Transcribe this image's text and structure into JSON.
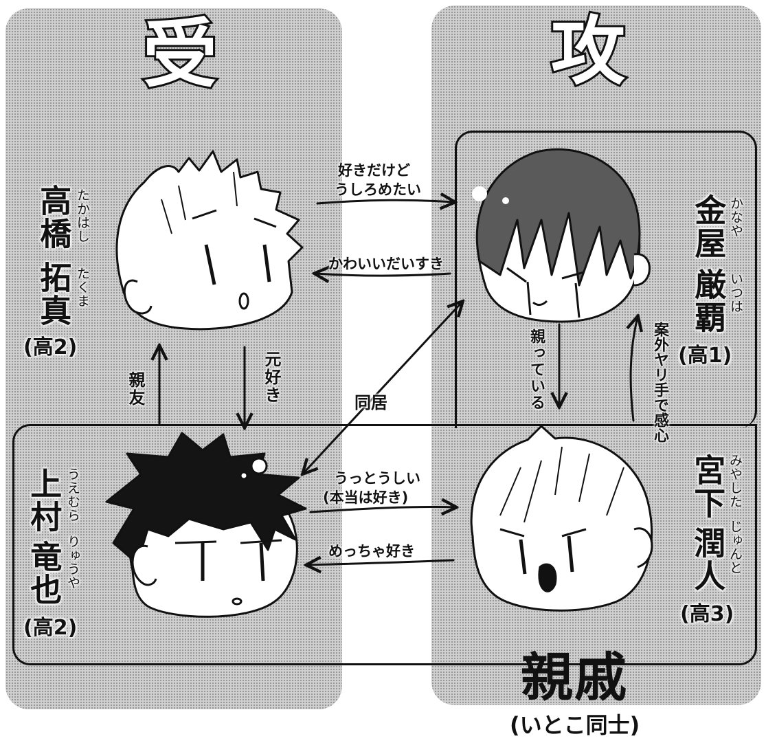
{
  "headings": {
    "uke": "受",
    "seme": "攻",
    "relatives": "親戚",
    "relatives_note": "(いとこ同士)"
  },
  "characters": {
    "takahashi": {
      "name": "高橋拓真",
      "name_top": "高橋",
      "name_bottom": "拓真",
      "ruby_top": "たかはし",
      "ruby_bottom": "たくま",
      "grade": "(高2)"
    },
    "kanaya": {
      "name": "金屋厳覇",
      "name_top": "金屋",
      "name_bottom": "厳覇",
      "ruby_top": "かなや",
      "ruby_bottom": "いつは",
      "grade": "(高1)"
    },
    "uemura": {
      "name": "上村竜也",
      "name_top": "上村",
      "name_bottom": "竜也",
      "ruby_top": "うえむら",
      "ruby_bottom": "りゅうや",
      "grade": "(高2)"
    },
    "miyashita": {
      "name": "宮下潤人",
      "name_top": "宮下",
      "name_bottom": "潤人",
      "ruby_top": "みやした",
      "ruby_bottom": "じゅんと",
      "grade": "(高3)"
    }
  },
  "relations": {
    "takahashi_to_kanaya_1": "好きだけど",
    "takahashi_to_kanaya_2": "うしろめたい",
    "kanaya_to_takahashi": "かわいいだいすき",
    "best_friend": "親友",
    "former_crush": "元好き",
    "living_together": "同居",
    "kanaya_to_miyashita": "親っている",
    "miyashita_to_kanaya": "案外ヤリ手で感心",
    "uemura_to_miyashita_1": "うっとうしい",
    "uemura_to_miyashita_2": "(本当は好き)",
    "miyashita_to_uemura": "めっちゃ好き"
  },
  "colors": {
    "screentone": "#cfcfcf",
    "line": "#111111",
    "dark_hair": "#5a5a5a",
    "black_hair": "#141414"
  }
}
